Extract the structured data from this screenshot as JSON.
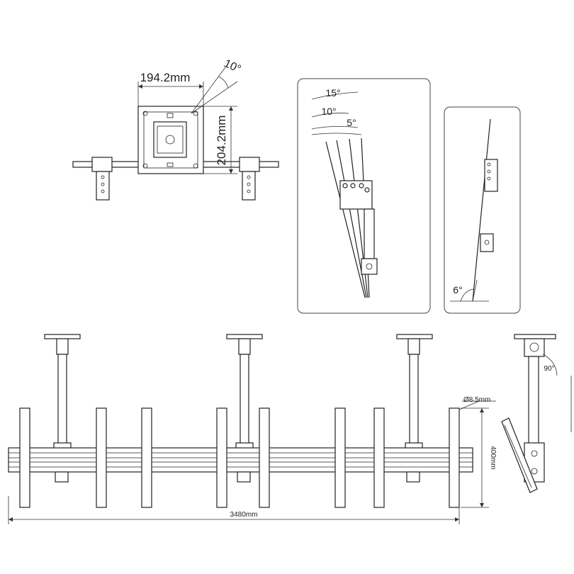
{
  "top_view": {
    "width_dim": "194.2mm",
    "height_dim": "204.2mm",
    "angle_dim": "10°"
  },
  "tilt_panel_left": {
    "angle_15": "15°",
    "angle_10": "10°",
    "angle_5": "5°"
  },
  "tilt_panel_right": {
    "angle_6": "6°"
  },
  "front_view": {
    "hole_dim": "Ø8.5mm",
    "height_dim": "400mm",
    "width_dim": "3480mm"
  },
  "side_view": {
    "angle_90": "90°"
  }
}
